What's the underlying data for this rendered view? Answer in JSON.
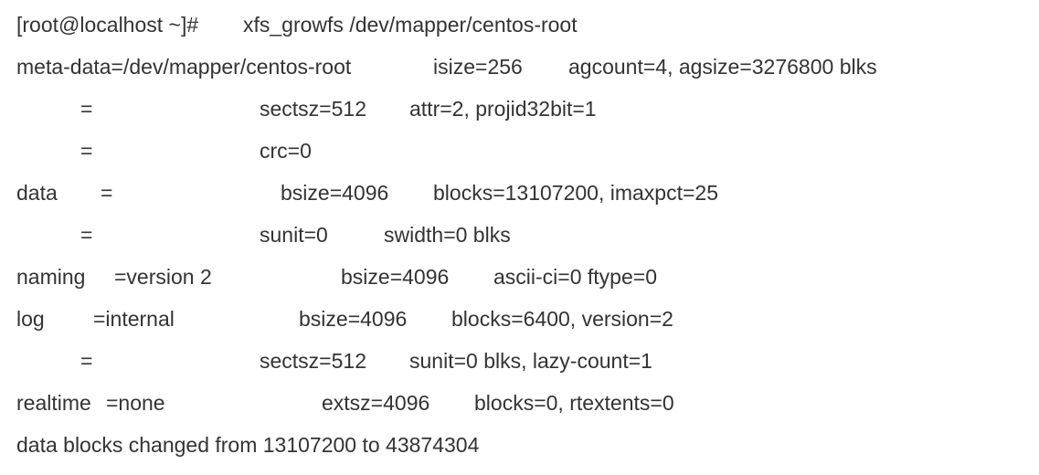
{
  "terminal": {
    "prompt_line": {
      "prompt": "[root@localhost ~]#",
      "command": "xfs_growfs /dev/mapper/centos-root"
    },
    "meta_data": {
      "key": "meta-data=/dev/mapper/centos-root",
      "isize": "isize=256",
      "agcount": "agcount=4, agsize=3276800 blks"
    },
    "meta_sect": {
      "eq": "=",
      "sectsz": "sectsz=512",
      "attr": "attr=2, projid32bit=1"
    },
    "meta_crc": {
      "eq": "=",
      "crc": "crc=0"
    },
    "data": {
      "key": "data",
      "eq": "=",
      "bsize": "bsize=4096",
      "blocks": "blocks=13107200, imaxpct=25"
    },
    "data_sunit": {
      "eq": "=",
      "sunit": "sunit=0",
      "swidth": "swidth=0 blks"
    },
    "naming": {
      "key": "naming",
      "value": "=version 2",
      "bsize": "bsize=4096",
      "ascii": "ascii-ci=0 ftype=0"
    },
    "log": {
      "key": "log",
      "value": "=internal",
      "bsize": "bsize=4096",
      "blocks": "blocks=6400, version=2"
    },
    "log_sect": {
      "eq": "=",
      "sectsz": "sectsz=512",
      "sunit": "sunit=0 blks, lazy-count=1"
    },
    "realtime": {
      "key": "realtime",
      "value": "=none",
      "extsz": "extsz=4096",
      "blocks": "blocks=0, rtextents=0"
    },
    "result": {
      "text": "data blocks changed from 13107200 to 43874304"
    }
  }
}
